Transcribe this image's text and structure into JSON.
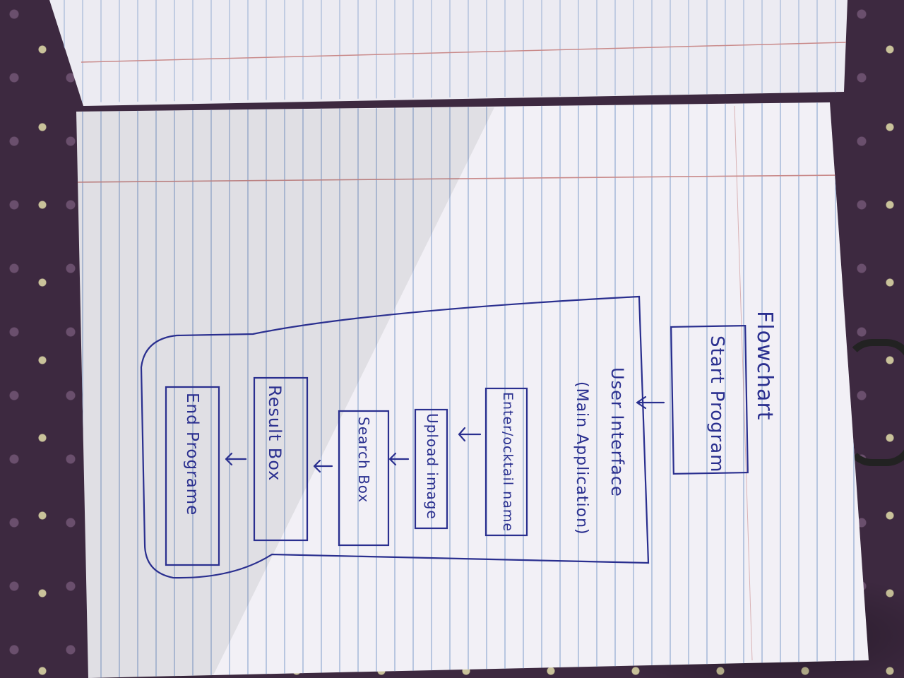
{
  "flowchart": {
    "title": "Flowchart",
    "start": "Start Program",
    "ui_line1": "User Interface",
    "ui_line2": "(Main Application)",
    "step1": "Enter/ocktail name",
    "step2": "Upload image",
    "step3": "Search Box",
    "step4": "Result Box",
    "end": "End Programe"
  },
  "colors": {
    "ink": "#2a2f8f",
    "paper": "#f2f0f6",
    "rule_blue": "#9fb3d6",
    "rule_red": "#c98a8a"
  }
}
